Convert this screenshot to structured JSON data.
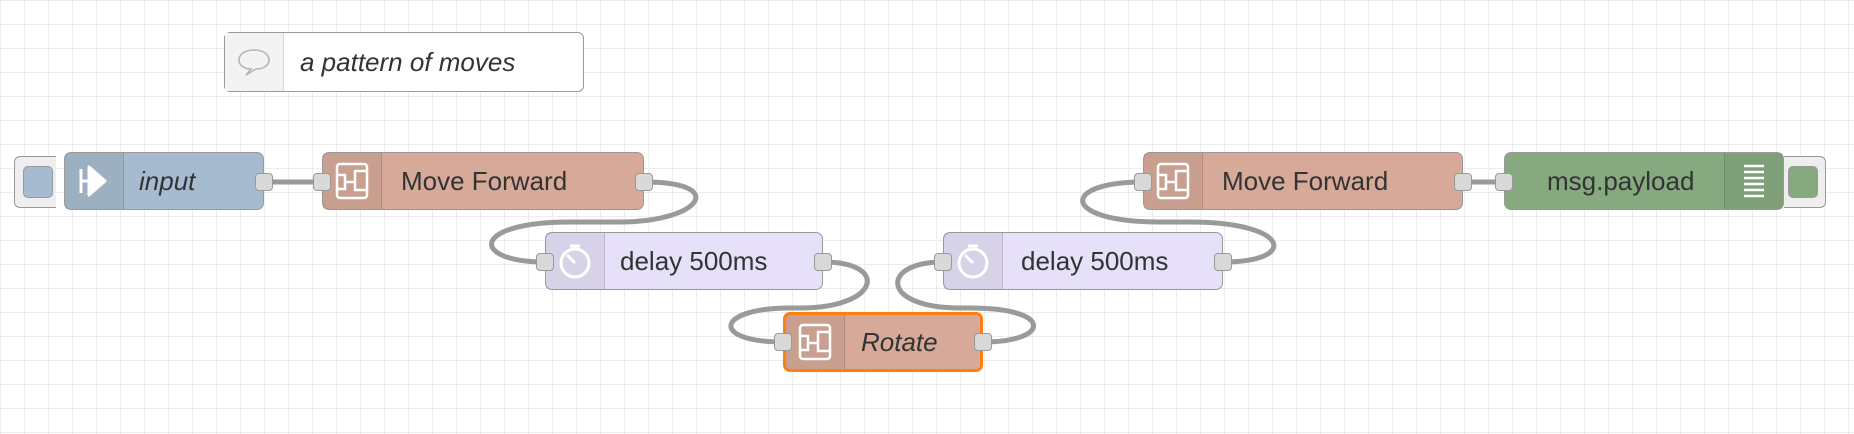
{
  "flow": {
    "comment": {
      "text": "a pattern of moves",
      "icon": "comment-icon"
    },
    "nodes": {
      "inject": {
        "label": "input",
        "type": "inject",
        "color": "#a6bbcf",
        "icon": "arrow-in-icon"
      },
      "forward1": {
        "label": "Move Forward",
        "type": "function",
        "color": "#d6a998",
        "icon": "function-icon"
      },
      "delay1": {
        "label": "delay 500ms",
        "type": "delay",
        "color": "#e6e0f8",
        "icon": "timer-icon"
      },
      "rotate": {
        "label": "Rotate",
        "type": "function",
        "color": "#d6a998",
        "icon": "function-icon",
        "selected": true
      },
      "delay2": {
        "label": "delay 500ms",
        "type": "delay",
        "color": "#e6e0f8",
        "icon": "timer-icon"
      },
      "forward2": {
        "label": "Move Forward",
        "type": "function",
        "color": "#d6a998",
        "icon": "function-icon"
      },
      "debug": {
        "label": "msg.payload",
        "type": "debug",
        "color": "#87a980",
        "icon": "list-icon"
      }
    },
    "wires": [
      [
        "inject",
        "forward1"
      ],
      [
        "forward1",
        "delay1"
      ],
      [
        "delay1",
        "rotate"
      ],
      [
        "rotate",
        "delay2"
      ],
      [
        "delay2",
        "forward2"
      ],
      [
        "forward2",
        "debug"
      ]
    ],
    "colors": {
      "selection": "#ff7f0e",
      "wire": "#9a9a9a",
      "port": "#d9d9d9",
      "grid": "#ededed"
    }
  }
}
